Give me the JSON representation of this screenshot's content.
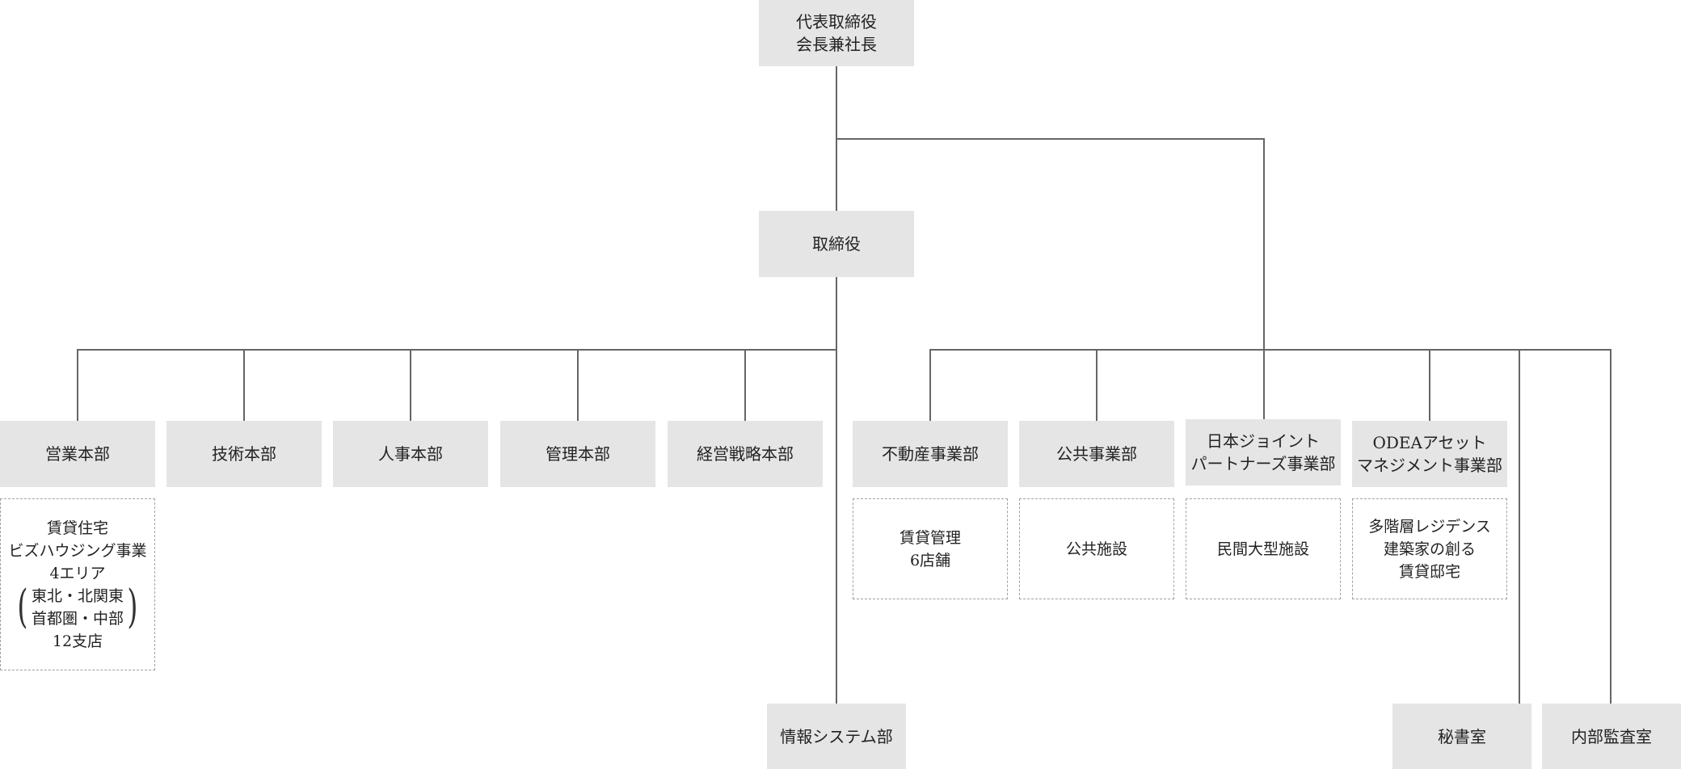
{
  "chart": {
    "top": {
      "lines": "代表取締役\n会長兼社長"
    },
    "board": {
      "label": "取締役"
    },
    "left_divisions": [
      {
        "label": "営業本部"
      },
      {
        "label": "技術本部"
      },
      {
        "label": "人事本部"
      },
      {
        "label": "管理本部"
      },
      {
        "label": "経営戦略本部"
      }
    ],
    "sales_detail": {
      "line1": "賃貸住宅\nビズハウジング事業\n4エリア",
      "paren_lines": "東北・北関東\n首都圏・中部",
      "paren_open": "(",
      "paren_close": ")",
      "line_last": "12支店"
    },
    "info_systems": {
      "label": "情報システム部"
    },
    "right_divisions": [
      {
        "label": "不動産事業部",
        "detail": "賃貸管理\n6店舗"
      },
      {
        "label": "公共事業部",
        "detail": "公共施設"
      },
      {
        "label": "日本ジョイント\nパートナーズ事業部",
        "detail": "民間大型施設"
      },
      {
        "label": "ODEAアセット\nマネジメント事業部",
        "detail": "多階層レジデンス\n建築家の創る\n賃貸邸宅"
      }
    ],
    "secretary": {
      "label": "秘書室"
    },
    "audit": {
      "label": "内部監査室"
    }
  },
  "colors": {
    "box_fill": "#e5e5e5",
    "connector": "#666666",
    "dashed_border": "#a0a0a0"
  }
}
